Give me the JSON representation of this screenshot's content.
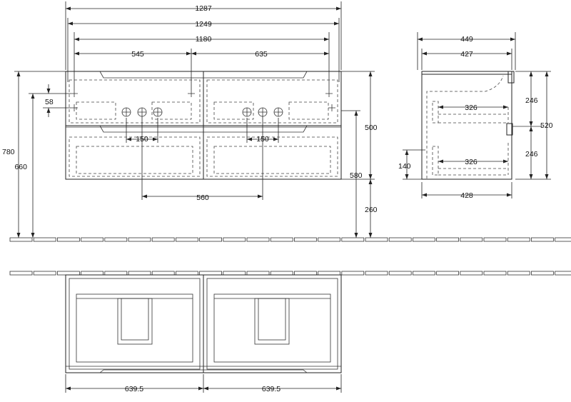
{
  "front_view": {
    "widths": {
      "overall": "1287",
      "body": "1249",
      "mount_span": "1180",
      "left_offset": "545",
      "right_offset": "635",
      "basin_spacing": "560",
      "tap_spacing_left": "150",
      "tap_spacing_right": "150"
    },
    "heights": {
      "total": "780",
      "mount_height": "660",
      "mount_offset": "58",
      "cabinet": "500",
      "top_to_floor": "580",
      "floor_clearance": "260"
    }
  },
  "side_view": {
    "depth_overall": "449",
    "depth_top": "427",
    "depth_bottom": "428",
    "drawer_depth_top": "326",
    "drawer_depth_bottom": "326",
    "drawer_height_top": "246",
    "drawer_height_bottom": "246",
    "height": "520",
    "siphon_height": "140"
  },
  "plan_view": {
    "half_width_left": "639.5",
    "half_width_right": "639.5"
  }
}
